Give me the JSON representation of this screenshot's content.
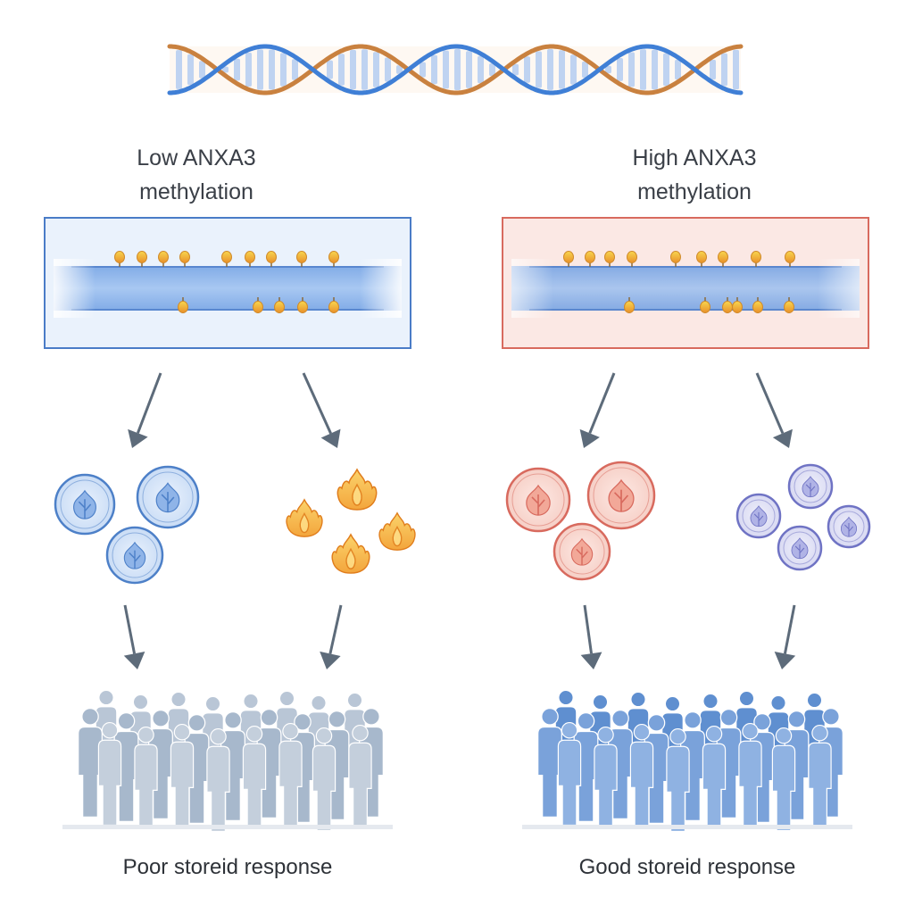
{
  "panels": [
    {
      "id": "low",
      "title_line1": "Low ANXA3",
      "title_line2": "methylation",
      "caption": "Poor storeid response",
      "box_fill": "#e3eefb",
      "box_stroke": "#4a7cc7"
    },
    {
      "id": "high",
      "title_line1": "High ANXA3",
      "title_line2": "methylation",
      "caption": "Good storeid response",
      "box_fill": "#fbe6e3",
      "box_stroke": "#d86a5e"
    }
  ],
  "colors": {
    "dna_blue": "#3f7fd6",
    "dna_orange": "#c9813f",
    "arrow": "#5d6b7a",
    "blue_cell": "#5a8ed0",
    "orange_flame": "#f0962e",
    "red_cell": "#dd6f5f",
    "purple_cell": "#6f73c4",
    "people_grey": "#9fb2c9",
    "people_blue": "#5f8fd0"
  },
  "icons": [
    "dna-helix-icon",
    "methyl-group-icon",
    "immune-cell-icon",
    "flame-icon",
    "person-icon"
  ]
}
